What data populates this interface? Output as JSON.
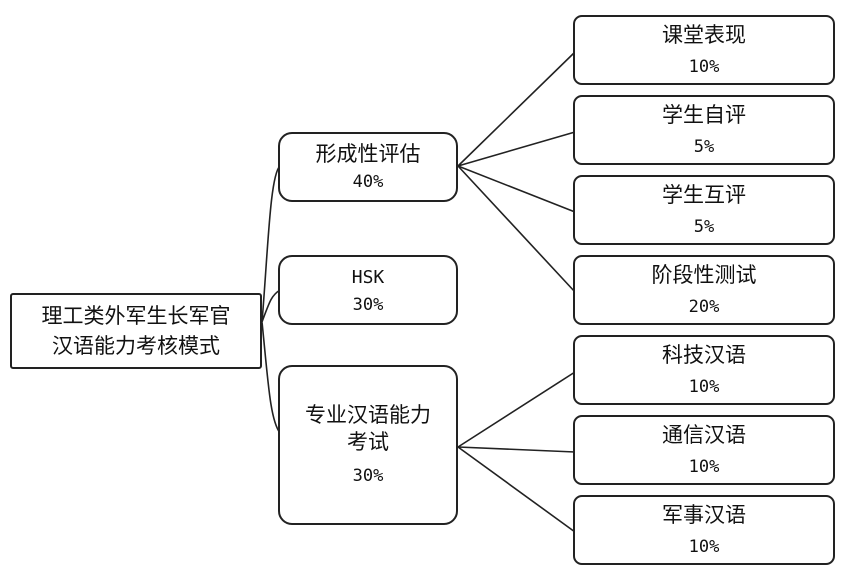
{
  "root": {
    "line1": "理工类外军生长军官",
    "line2": "汉语能力考核模式"
  },
  "branches": [
    {
      "label": "形成性评估",
      "percent": "40%"
    },
    {
      "label": "HSK",
      "percent": "30%"
    },
    {
      "label_line1": "专业汉语能力",
      "label_line2": "考试",
      "percent": "30%"
    }
  ],
  "leaves": [
    {
      "label": "课堂表现",
      "percent": "10%"
    },
    {
      "label": "学生自评",
      "percent": "5%"
    },
    {
      "label": "学生互评",
      "percent": "5%"
    },
    {
      "label": "阶段性测试",
      "percent": "20%"
    },
    {
      "label": "科技汉语",
      "percent": "10%"
    },
    {
      "label": "通信汉语",
      "percent": "10%"
    },
    {
      "label": "军事汉语",
      "percent": "10%"
    }
  ]
}
